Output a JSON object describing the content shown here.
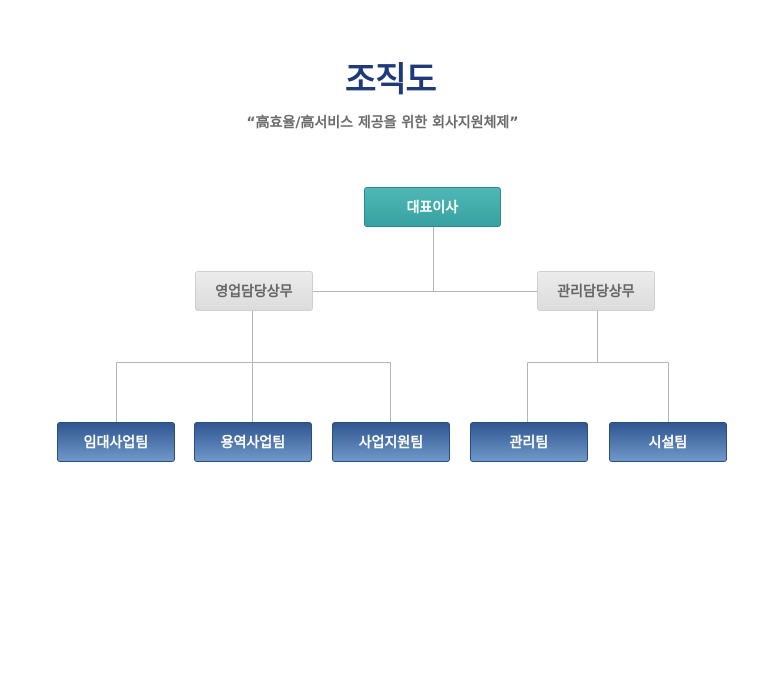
{
  "title": "조직도",
  "subtitle": "“高효율/高서비스 제공을 위한 회사지원체제”",
  "org": {
    "ceo": "대표이사",
    "sales_exec": "영업담당상무",
    "admin_exec": "관리담당상무",
    "teams": {
      "lease": "임대사업팀",
      "service": "용역사업팀",
      "biz_support": "사업지원팀",
      "management": "관리팀",
      "facility": "시설팀"
    }
  },
  "colors": {
    "title": "#1e3a78",
    "ceo": "#42adab",
    "exec": "#e4e4e4",
    "team": "#4a72a8",
    "line": "#b5b5b5"
  }
}
